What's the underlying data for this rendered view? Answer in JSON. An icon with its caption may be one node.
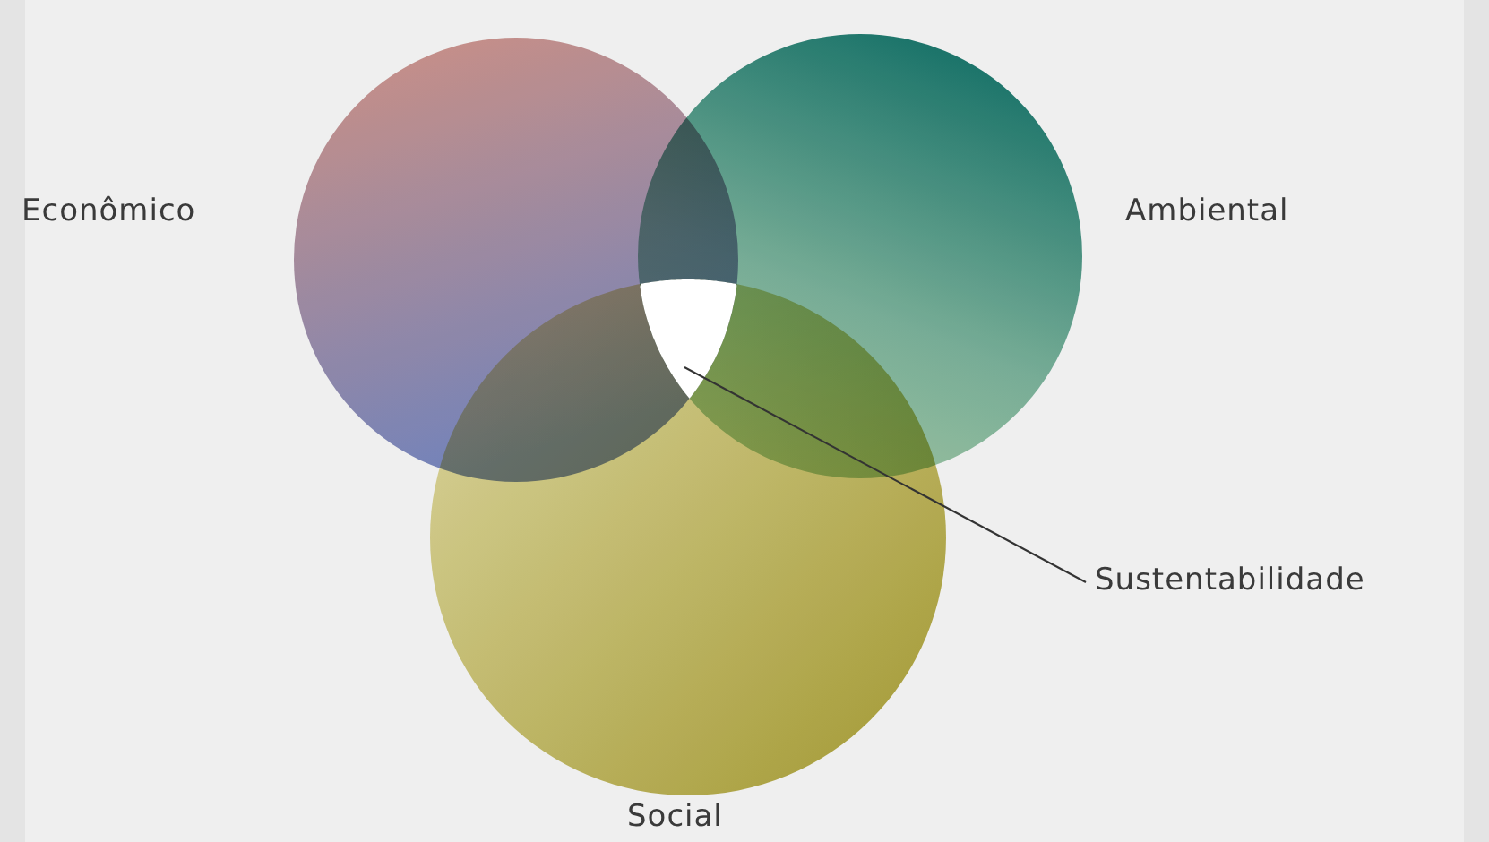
{
  "diagram": {
    "nodes": [
      {
        "text": [
          "Econômico"
        ]
      },
      {
        "text": [
          "Ambiental"
        ]
      },
      {
        "text": [
          "Social"
        ]
      },
      {
        "text": [
          "Sustentabilidade"
        ]
      },
      {
        "text": [],
        "shape": "triangle"
      }
    ],
    "edges": [
      {
        "from": 3,
        "to": 4,
        "arrow": "none"
      }
    ]
  }
}
